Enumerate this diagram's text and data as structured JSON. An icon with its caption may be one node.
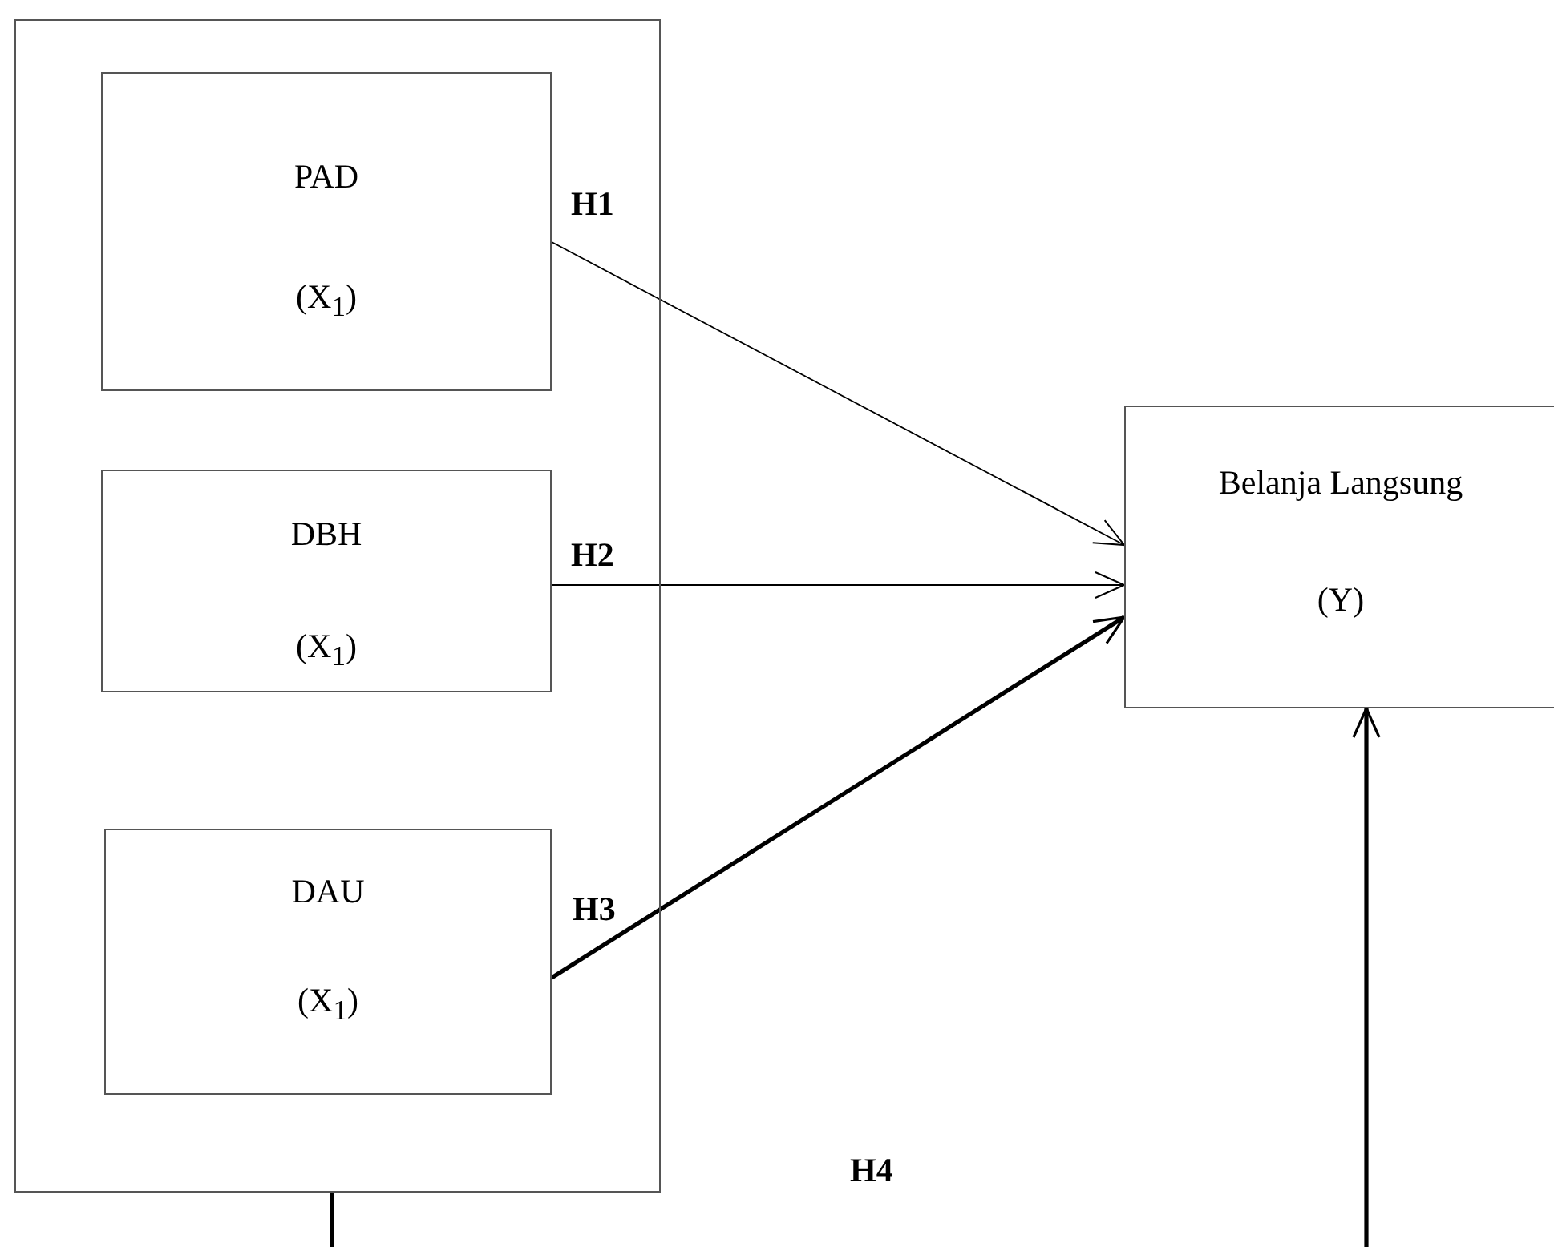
{
  "diagram": {
    "nodes": [
      {
        "text": [],
        "shape": "box"
      },
      {
        "text": [
          "PAD",
          "(X$_{1}$)"
        ],
        "in": 0
      },
      {
        "text": [
          "DBH",
          "(X$_{1}$)"
        ],
        "in": 0
      },
      {
        "text": [
          "DAU",
          "(X$_{1}$)"
        ],
        "in": 0
      },
      {
        "text": [
          "Belanja Langsung",
          "(Y)"
        ]
      }
    ],
    "edges": [
      {
        "from": 1,
        "to": 4,
        "arrow": "to",
        "label": "H1"
      },
      {
        "from": 2,
        "to": 4,
        "arrow": "to",
        "label": "H2"
      },
      {
        "from": 3,
        "to": 4,
        "arrow": "to",
        "label": "H3",
        "style": "thick"
      },
      {
        "from": 0,
        "to": 4,
        "arrow": "to",
        "label": "H4",
        "style": "thick"
      }
    ]
  }
}
